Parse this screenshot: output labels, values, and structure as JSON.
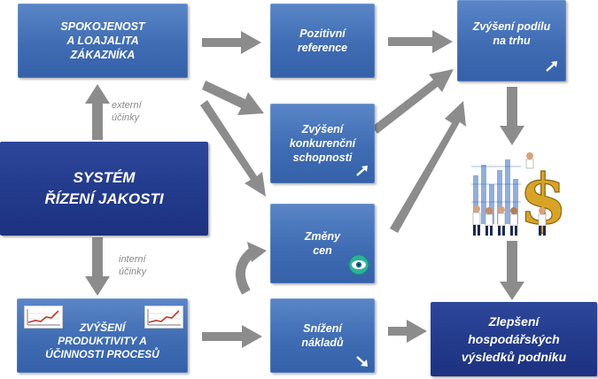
{
  "diagram": {
    "customer_box": {
      "lines": [
        "SPOKOJENOST",
        "A LOAJALITA",
        "ZÁKAZNÍKA"
      ]
    },
    "system_box": {
      "lines": [
        "SYSTÉM",
        "ŘÍZENÍ JAKOSTI"
      ]
    },
    "productivity_box": {
      "lines": [
        "ZVÝŠENÍ",
        "PRODUKTIVITY A",
        "ÚČINNOSTI PROCESŮ"
      ]
    },
    "references_box": {
      "lines": [
        "Pozitivní",
        "reference"
      ]
    },
    "competitiveness_box": {
      "lines": [
        "Zvýšení",
        "konkurenční",
        "schopnosti"
      ]
    },
    "price_box": {
      "lines": [
        "Změny",
        "cen"
      ]
    },
    "costs_box": {
      "lines": [
        "Snížení",
        "nákladů"
      ]
    },
    "market_box": {
      "lines": [
        "Zvýšení podílu",
        "na trhu"
      ]
    },
    "result_box": {
      "lines": [
        "Zlepšení",
        "hospodářských",
        "výsledků podniku"
      ]
    },
    "external_label": {
      "lines": [
        "externí",
        "účinky"
      ]
    },
    "internal_label": {
      "lines": [
        "interní",
        "účinky"
      ]
    }
  },
  "colors": {
    "box_light": "#4673b9",
    "box_dark": "#243c8c",
    "arrow": "#8c8c8c",
    "label": "#8a8a8a"
  },
  "icons": [
    "trend-up-icon",
    "trend-down-icon",
    "recycle-eye-icon",
    "line-chart-icon",
    "business-people-dollar-illustration"
  ]
}
